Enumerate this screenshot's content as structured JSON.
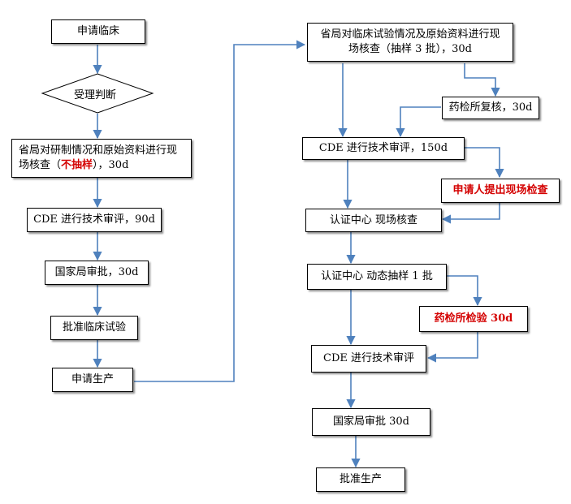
{
  "nodes": {
    "apply_clinical": "申请临床",
    "acceptance": "受理判断",
    "prov_check_1_line1": "省局对研制情况和原始资料进行现",
    "prov_check_1_prefix": "场核查（",
    "prov_check_1_highlight": "不抽样",
    "prov_check_1_suffix": "），30d",
    "cde_review_1": "CDE 进行技术审评，90d",
    "nmpa_approve_1": "国家局审批，30d",
    "approve_clinical": "批准临床试验",
    "apply_production": "申请生产",
    "prov_check_2_line1": "省局对临床试验情况及原始资料进行现",
    "prov_check_2_line2": "场核查（抽样 3 批），30d",
    "lab_recheck": "药检所复核，30d",
    "cde_review_2": "CDE 进行技术审评，150d",
    "applicant_request": "申请人提出现场检查",
    "cert_onsite": "认证中心  现场核查",
    "cert_sampling": "认证中心  动态抽样 1 批",
    "lab_test": "药检所检验 30d",
    "cde_review_3": "CDE 进行技术审评",
    "nmpa_approve_2": "国家局审批  30d",
    "approve_production": "批准生产"
  },
  "colors": {
    "arrow": "#4f81bd",
    "highlight": "#d40000",
    "border": "#000000"
  }
}
